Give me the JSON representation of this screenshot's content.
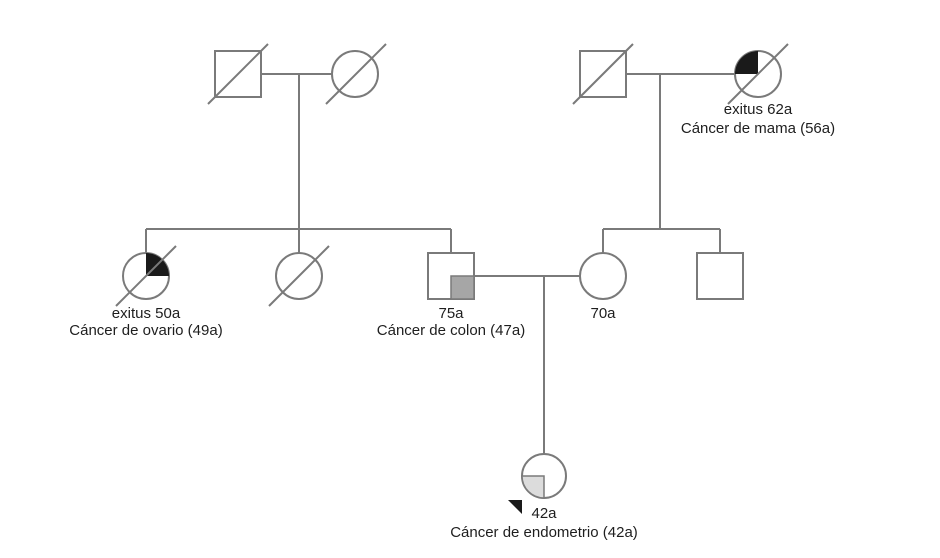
{
  "colors": {
    "line": "#7a7a7a",
    "affected_breast_ovary": "#1a1a1a",
    "affected_colon": "#a6a6a6",
    "affected_endometrium": "#dcdcdc",
    "text": "#1e1e1e"
  },
  "individuals": {
    "pat_grandfather": {
      "sex": "male",
      "deceased": true
    },
    "pat_grandmother": {
      "sex": "female",
      "deceased": true
    },
    "mat_grandfather": {
      "sex": "male",
      "deceased": true
    },
    "mat_grandmother": {
      "sex": "female",
      "deceased": true,
      "affected": "breast cancer",
      "status": "exitus 62a",
      "condition": "Cáncer de mama (56a)"
    },
    "paternal_aunt_1": {
      "sex": "female",
      "deceased": true,
      "affected": "ovarian cancer",
      "status": "exitus 50a",
      "condition": "Cáncer de ovario (49a)"
    },
    "paternal_aunt_2": {
      "sex": "female",
      "deceased": true
    },
    "father": {
      "sex": "male",
      "deceased": false,
      "affected": "colon cancer",
      "age": "75a",
      "condition": "Cáncer de colon (47a)"
    },
    "mother": {
      "sex": "female",
      "deceased": false,
      "age": "70a"
    },
    "maternal_uncle": {
      "sex": "male",
      "deceased": false
    },
    "proband": {
      "sex": "female",
      "deceased": false,
      "proband": true,
      "affected": "endometrial cancer",
      "age": "42a",
      "condition": "Cáncer de endometrio (42a)"
    }
  }
}
